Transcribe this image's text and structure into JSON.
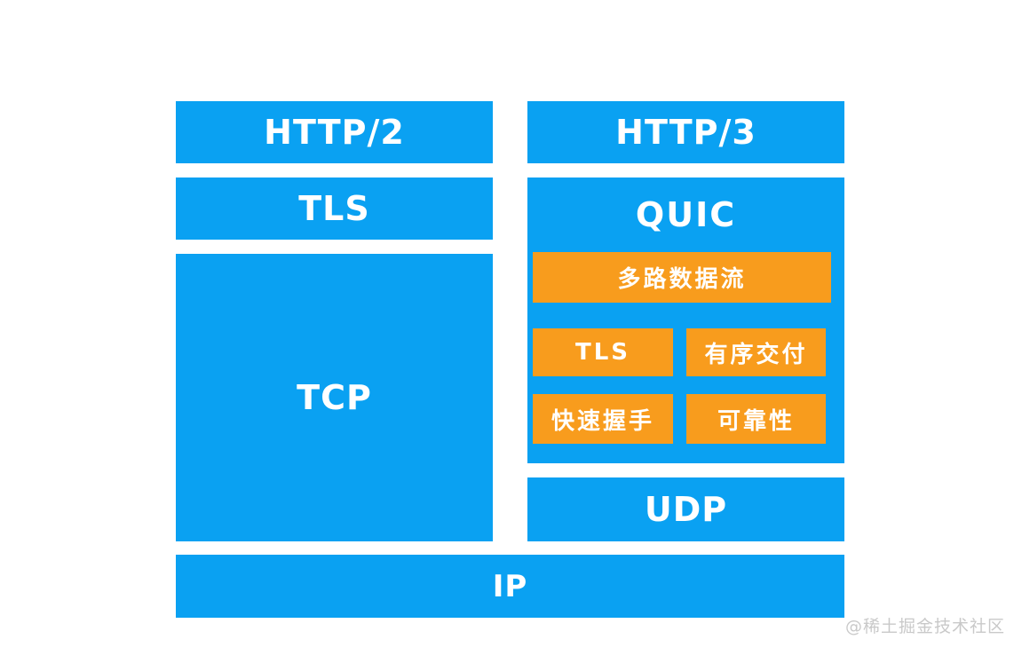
{
  "diagram": {
    "left_stack": {
      "http2_label": "HTTP/2",
      "tls_label": "TLS",
      "tcp_label": "TCP"
    },
    "right_stack": {
      "http3_label": "HTTP/3",
      "quic": {
        "label": "QUIC",
        "features": {
          "multiplex": "多路数据流",
          "tls": "TLS",
          "ordered_delivery": "有序交付",
          "fast_handshake": "快速握手",
          "reliability": "可靠性"
        }
      },
      "udp_label": "UDP"
    },
    "bottom": {
      "ip_label": "IP"
    },
    "colors": {
      "layer_blue": "#0aa1f2",
      "feature_orange": "#f89c1d",
      "text_white": "#ffffff",
      "watermark_gray": "#c9c9c9"
    },
    "watermark": "@稀土掘金技术社区"
  }
}
